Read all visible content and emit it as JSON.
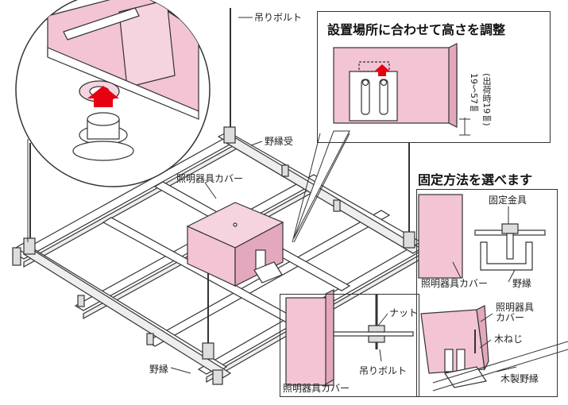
{
  "labels": {
    "hanging_bolt_top": "吊りボルト",
    "nobuchi_uke": "野縁受",
    "fixture_cover_main": "照明器具カバー",
    "nobuchi_bottom": "野縁",
    "nut": "ナット",
    "hanging_bolt_inset": "吊りボルト",
    "fixture_cover_inset_bottom": "照明器具カバー",
    "fixing_bracket": "固定金具",
    "fixture_cover_inset_right": "照明器具カバー",
    "nobuchi_inset": "野縁",
    "fixture_cover_inset_br_1": "照明器具",
    "fixture_cover_inset_br_2": "カバー",
    "wood_screw": "木ねじ",
    "wooden_nobuchi": "木製野縁"
  },
  "titles": {
    "height_adjust": "設置場所に合わせて高さを調整",
    "fixing_methods": "固定方法を選べます"
  },
  "height_detail": {
    "range": "19〜57㎜",
    "shipping": "(出荷時19㎜)"
  },
  "colors": {
    "pink": "#f2c4d4",
    "pink_dark": "#e3a8bd",
    "arrow_red": "#e60012",
    "line": "#333333"
  }
}
